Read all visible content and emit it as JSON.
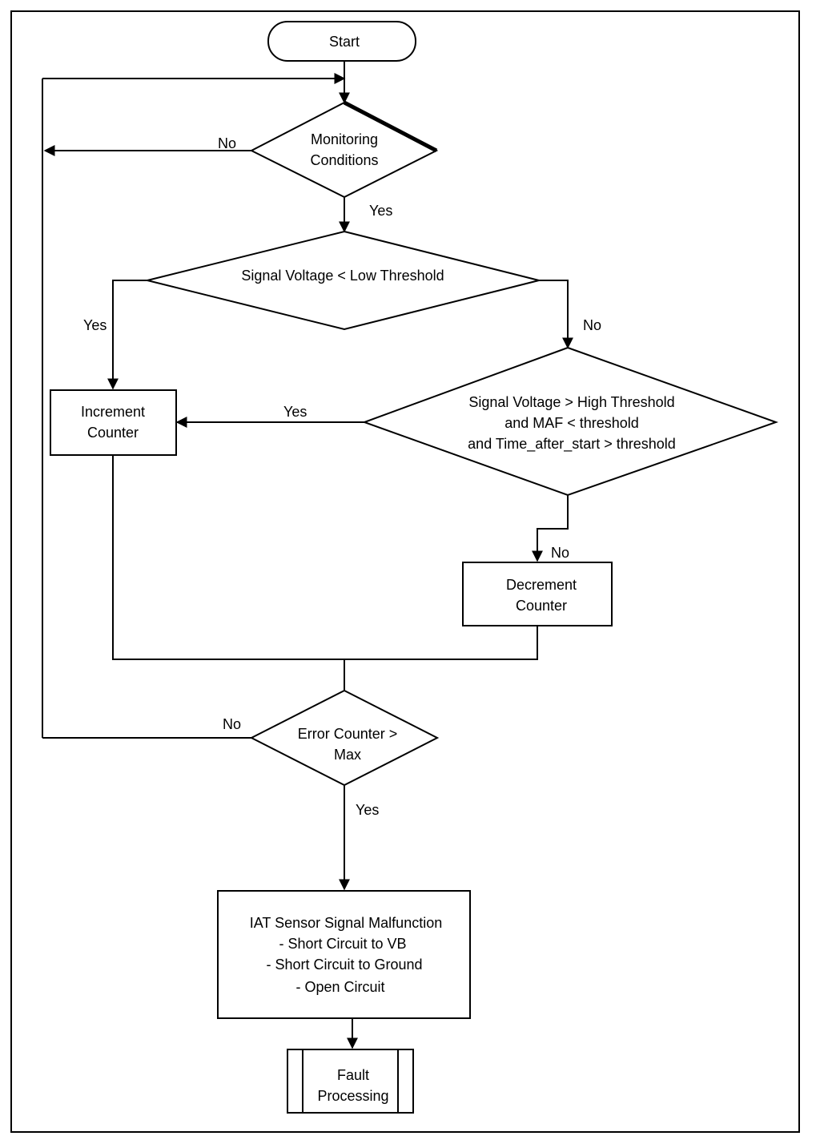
{
  "flowchart": {
    "start_label": "Start",
    "monitoring": [
      "Monitoring",
      "Conditions"
    ],
    "low_check": [
      "Signal Voltage < Low Threshold"
    ],
    "high_check": [
      "Signal Voltage > High Threshold",
      "and MAF < threshold",
      "and Time_after_start > threshold"
    ],
    "increment": [
      "Increment",
      "Counter"
    ],
    "decrement": [
      "Decrement",
      "Counter"
    ],
    "error_check": [
      "Error Counter >",
      "Max"
    ],
    "malfunction": [
      "IAT Sensor Signal Malfunction",
      "- Short Circuit to VB",
      "- Short Circuit to Ground",
      "- Open Circuit"
    ],
    "fault": [
      "Fault",
      "Processing"
    ],
    "edge_labels": {
      "monitoring_no": "No",
      "monitoring_yes": "Yes",
      "low_yes": "Yes",
      "low_no": "No",
      "high_yes": "Yes",
      "high_no": "No",
      "error_no": "No",
      "error_yes": "Yes"
    }
  }
}
